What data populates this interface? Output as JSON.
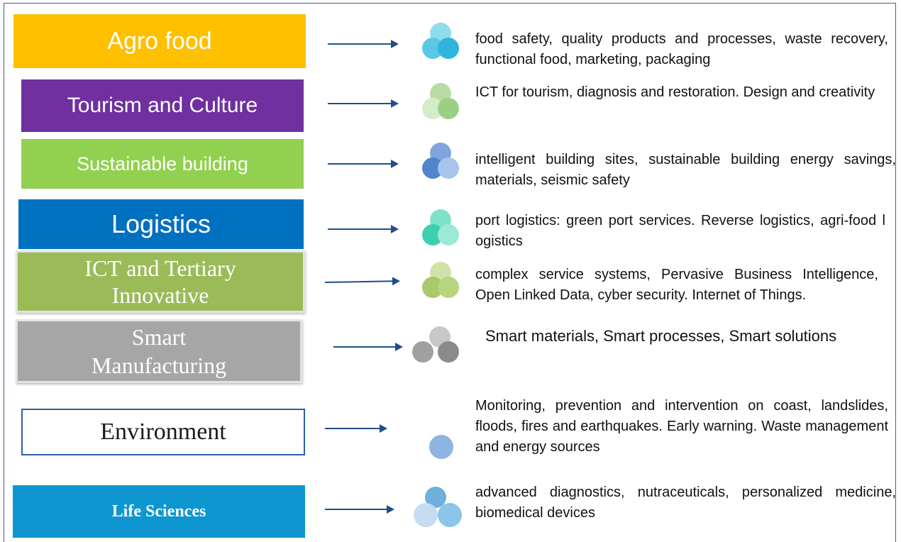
{
  "rows": [
    {
      "label": "Agro food",
      "box_color": "#ffc000",
      "text_color": "#ffffff",
      "description": "food safety, quality products and processes, waste recovery, functional food, marketing, packaging",
      "icon": "three-circles-icon",
      "icon_colors": [
        "#8fdcec",
        "#5ac8e4",
        "#2fb5dc"
      ]
    },
    {
      "label": "Tourism and Culture",
      "box_color": "#7030a0",
      "text_color": "#ffffff",
      "description": "ICT for tourism, diagnosis and restoration. Design and creativity",
      "icon": "three-circles-icon",
      "icon_colors": [
        "#b8dca4",
        "#d4ecc8",
        "#9ccf86"
      ]
    },
    {
      "label": "Sustainable building",
      "box_color": "#92d050",
      "text_color": "#ffffff",
      "description": "intelligent building sites, sustainable building energy savings, materials, seismic safety",
      "icon": "three-circles-icon",
      "icon_colors": [
        "#7ea6dc",
        "#4f86cc",
        "#a8c4ea"
      ]
    },
    {
      "label": "Logistics",
      "box_color": "#0070c0",
      "text_color": "#ffffff",
      "description": "port logistics: green port services. Reverse logistics, agri-food l ogistics",
      "icon": "three-circles-icon",
      "icon_colors": [
        "#7ee2c8",
        "#3ecfb0",
        "#9be9d6"
      ]
    },
    {
      "label": "ICT and Tertiary Innovative",
      "box_color": "#9bbb59",
      "text_color": "#ffffff",
      "description": "complex service systems, Pervasive Business Intelligence, Open Linked Data, cyber security. Internet of Things.",
      "icon": "three-circles-icon",
      "icon_colors": [
        "#cfe3a8",
        "#a9c96a",
        "#b8d47e"
      ]
    },
    {
      "label": "Smart Manufacturing",
      "box_color": "#a6a6a6",
      "text_color": "#ffffff",
      "description": "Smart materials, Smart processes, Smart solutions",
      "icon": "three-circles-icon",
      "icon_colors": [
        "#c8c8c8",
        "#a0a0a0",
        "#8a8a8a"
      ]
    },
    {
      "label": "Environment",
      "box_color": "#ffffff",
      "text_color": "#1a1a1a",
      "description": "Monitoring, prevention and intervention on coast, landslides, floods, fires and earthquakes. Early warning. Waste management and energy sources",
      "icon": "circle-icon",
      "icon_colors": [
        "#8eb4e3"
      ]
    },
    {
      "label": "Life Sciences",
      "box_color": "#0e96d0",
      "text_color": "#ffffff",
      "description": "advanced diagnostics, nutraceuticals, personalized medicine, biomedical devices",
      "icon": "three-circles-icon",
      "icon_colors": [
        "#6fb0dc",
        "#c6dcf2",
        "#8cc4ea"
      ]
    }
  ]
}
